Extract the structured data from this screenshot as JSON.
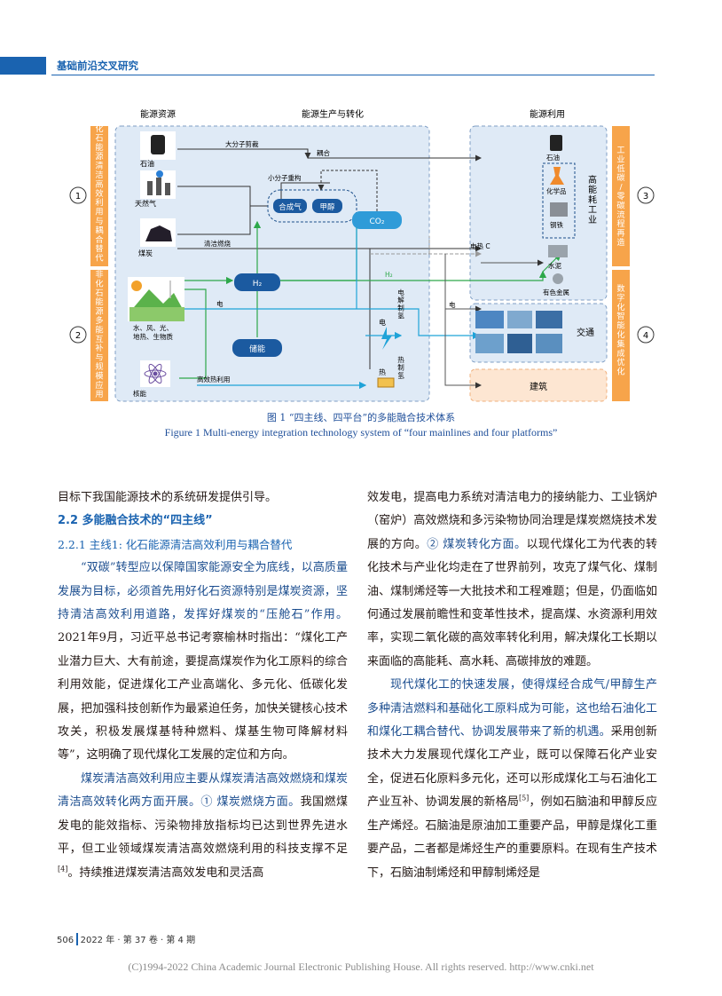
{
  "header": {
    "section": "基础前沿交叉研究"
  },
  "figure": {
    "columns": {
      "resources": "能源资源",
      "production": "能源生产与转化",
      "utilization": "能源利用"
    },
    "mainlines": [
      {
        "num": "1",
        "label": "化石能源清洁高效利用与耦合替代"
      },
      {
        "num": "2",
        "label": "非化石能源多能互补与规模应用"
      },
      {
        "num": "3",
        "label": "工业低碳/零碳流程再造"
      },
      {
        "num": "4",
        "label": "数字化智能化集成优化"
      }
    ],
    "resources": {
      "oil": "石油",
      "gas": "天然气",
      "coal": "煤炭",
      "renew": "水、风、光、\n地热、生物质",
      "nuclear": "核能"
    },
    "nodes": {
      "syngas": "合成气",
      "methanol": "甲醇",
      "co2": "CO₂",
      "h2": "H₂",
      "storage": "储能"
    },
    "edges": {
      "cracking": "大分子剪裁",
      "coupling": "耦合",
      "recombine": "小分子重构",
      "clean_burn": "清洁燃烧",
      "elec_heat": "电热 C",
      "h2": "H₂",
      "elec": "电",
      "elec2": "电",
      "elec3": "电",
      "electrolysis": "电解制氢",
      "thermolysis": "热制氢",
      "heat": "热",
      "heat_use": "高效热利用"
    },
    "industry": {
      "oil": "石油",
      "chem": "化学品",
      "steel": "钢铁",
      "cement": "水泥",
      "metals": "有色金属",
      "label": "高能耗工业"
    },
    "transport": "交通",
    "building": "建筑",
    "caption_cn": "图 1  “四主线、四平台”的多能融合技术体系",
    "caption_en": "Figure 1    Multi-energy integration technology system of “four mainlines and four platforms”"
  },
  "body": {
    "left_p1": "目标下我国能源技术的系统研发提供引导。",
    "h2": "2.2  多能融合技术的“四主线”",
    "h3": "2.2.1 主线1: 化石能源清洁高效利用与耦合替代",
    "left_p2_kai": "“双碳”转型应以保障国家能源安全为底线，以高质量发展为目标，必须首先用好化石资源特别是煤炭资源，坚持清洁高效利用道路，发挥好煤炭的“压舱石”作用。",
    "left_p2_rest": "2021年9月，习近平总书记考察榆林时指出：“煤化工产业潜力巨大、大有前途，要提高煤炭作为化工原料的综合利用效能，促进煤化工产业高端化、多元化、低碳化发展，把加强科技创新作为最紧迫任务，加快关键核心技术攻关，积极发展煤基特种燃料、煤基生物可降解材料等”，这明确了现代煤化工发展的定位和方向。",
    "left_p3_kai": "煤炭清洁高效利用应主要从煤炭清洁高效燃烧和煤炭清洁高效转化两方面开展。① 煤炭燃烧方面。",
    "left_p3_rest": "我国燃煤发电的能效指标、污染物排放指标均已达到世界先进水平，但工业领域煤炭清洁高效燃烧利用的科技支撑不足",
    "left_p3_ref": "[4]",
    "left_p3_tail": "。持续推进煤炭清洁高效发电和灵活高",
    "right_p1a": "效发电，提高电力系统对清洁电力的接纳能力、工业锅炉（窑炉）高效燃烧和多污染物协同治理是煤炭燃烧技术发展的方向。",
    "right_p1_kai": "② 煤炭转化方面。",
    "right_p1b": "以现代煤化工为代表的转化技术与产业化均走在了世界前列，攻克了煤气化、煤制油、煤制烯烃等一大批技术和工程难题；但是，仍面临如何通过发展前瞻性和变革性技术，提高煤、水资源利用效率，实现二氧化碳的高效率转化利用，解决煤化工长期以来面临的高能耗、高水耗、高碳排放的难题。",
    "right_p2_kai": "现代煤化工的快速发展，使得煤经合成气/甲醇生产多种清洁燃料和基础化工原料成为可能，这也给石油化工和煤化工耦合替代、协调发展带来了新的机遇。",
    "right_p2_rest": "采用创新技术大力发展现代煤化工产业，既可以保障石化产业安全，促进石化原料多元化，还可以形成煤化工与石油化工产业互补、协调发展的新格局",
    "right_p2_ref": "[5]",
    "right_p2_tail": "，例如石脑油和甲醇反应生产烯烃。石脑油是原油加工重要产品，甲醇是煤化工重要产品，二者都是烯烃生产的重要原料。在现有生产技术下，石脑油制烯烃和甲醇制烯烃是"
  },
  "footer": {
    "page": "506",
    "issue": "2022 年 · 第 37 卷 · 第 4 期"
  },
  "copyright": "(C)1994-2022 China Academic Journal Electronic Publishing House. All rights reserved.    http://www.cnki.net",
  "colors": {
    "blue": "#1a63b0",
    "panel": "#dfeaf6",
    "orange": "#f7a44a",
    "green": "#2da84a",
    "cyan": "#1fa3d8",
    "dark": "#333333"
  }
}
